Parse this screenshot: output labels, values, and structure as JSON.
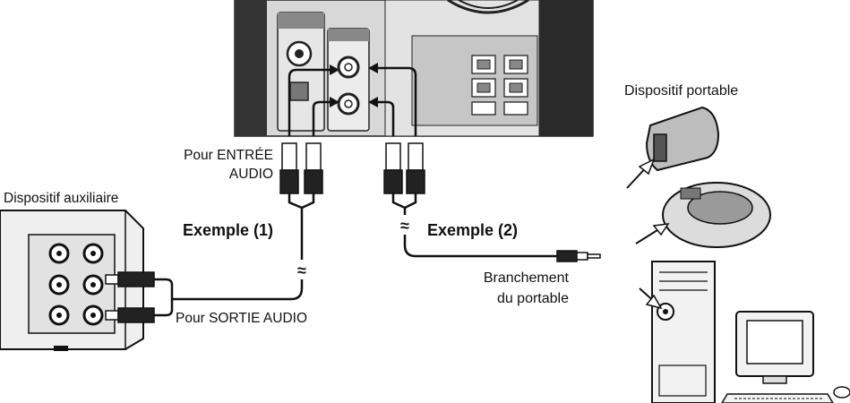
{
  "labels": {
    "portable_device": "Dispositif portable",
    "audio_in_line1": "Pour ENTRÉE",
    "audio_in_line2": "AUDIO",
    "aux_device": "Dispositif auxiliaire",
    "example1": "Exemple (1)",
    "example2": "Exemple (2)",
    "approx_symbol": "≈",
    "portable_connection_line1": "Branchement",
    "portable_connection_line2": "du portable",
    "audio_out": "Pour SORTIE AUDIO"
  }
}
